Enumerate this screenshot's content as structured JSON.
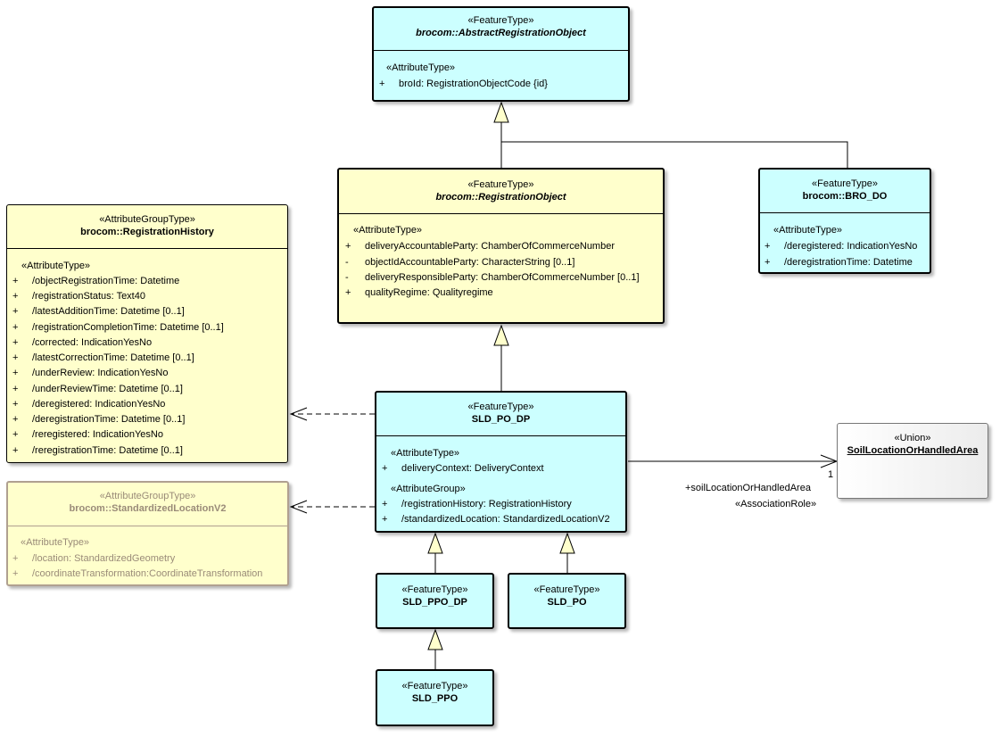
{
  "boxes": {
    "abstract_reg": {
      "stereotype": "«FeatureType»",
      "name": "brocom::AbstractRegistrationObject",
      "sections": [
        {
          "stereotype": "«AttributeType»",
          "rows": [
            {
              "vis": "+",
              "text": "broId: RegistrationObjectCode {id}"
            }
          ]
        }
      ]
    },
    "reg_object": {
      "stereotype": "«FeatureType»",
      "name": "brocom::RegistrationObject",
      "sections": [
        {
          "stereotype": "«AttributeType»",
          "rows": [
            {
              "vis": "+",
              "text": "deliveryAccountableParty: ChamberOfCommerceNumber"
            },
            {
              "vis": "-",
              "text": "objectIdAccountableParty: CharacterString [0..1]"
            },
            {
              "vis": "-",
              "text": "deliveryResponsibleParty: ChamberOfCommerceNumber [0..1]"
            },
            {
              "vis": "+",
              "text": "qualityRegime: Qualityregime"
            }
          ]
        }
      ]
    },
    "bro_do": {
      "stereotype": "«FeatureType»",
      "name": "brocom::BRO_DO",
      "sections": [
        {
          "stereotype": "«AttributeType»",
          "rows": [
            {
              "vis": "+",
              "text": "/deregistered: IndicationYesNo"
            },
            {
              "vis": "+",
              "text": "/deregistrationTime: Datetime"
            }
          ]
        }
      ]
    },
    "reg_history": {
      "stereotype": "«AttributeGroupType»",
      "name": "brocom::RegistrationHistory",
      "sections": [
        {
          "stereotype": "«AttributeType»",
          "rows": [
            {
              "vis": "+",
              "text": "/objectRegistrationTime: Datetime"
            },
            {
              "vis": "+",
              "text": "/registrationStatus: Text40"
            },
            {
              "vis": "+",
              "text": "/latestAdditionTime: Datetime [0..1]"
            },
            {
              "vis": "+",
              "text": "/registrationCompletionTime: Datetime [0..1]"
            },
            {
              "vis": "+",
              "text": "/corrected: IndicationYesNo"
            },
            {
              "vis": "+",
              "text": "/latestCorrectionTime: Datetime [0..1]"
            },
            {
              "vis": "+",
              "text": "/underReview: IndicationYesNo"
            },
            {
              "vis": "+",
              "text": "/underReviewTime: Datetime [0..1]"
            },
            {
              "vis": "+",
              "text": "/deregistered: IndicationYesNo"
            },
            {
              "vis": "+",
              "text": "/deregistrationTime: Datetime [0..1]"
            },
            {
              "vis": "+",
              "text": "/reregistered: IndicationYesNo"
            },
            {
              "vis": "+",
              "text": "/reregistrationTime: Datetime [0..1]"
            }
          ]
        }
      ]
    },
    "std_location": {
      "stereotype": "«AttributeGroupType»",
      "name": "brocom::StandardizedLocationV2",
      "sections": [
        {
          "stereotype": "«AttributeType»",
          "rows": [
            {
              "vis": "+",
              "text": "/location: StandardizedGeometry"
            },
            {
              "vis": "+",
              "text": "/coordinateTransformation:CoordinateTransformation"
            }
          ]
        }
      ]
    },
    "sld_po_dp": {
      "stereotype": "«FeatureType»",
      "name": "SLD_PO_DP",
      "sections": [
        {
          "stereotype": "«AttributeType»",
          "rows": [
            {
              "vis": "+",
              "text": "deliveryContext: DeliveryContext"
            }
          ]
        },
        {
          "stereotype": "«AttributeGroup»",
          "rows": [
            {
              "vis": "+",
              "text": "/registrationHistory: RegistrationHistory"
            },
            {
              "vis": "+",
              "text": "/standardizedLocation: StandardizedLocationV2"
            }
          ]
        }
      ]
    },
    "union": {
      "stereotype": "«Union»",
      "name": "SoilLocationOrHandledArea"
    },
    "sld_ppo_dp": {
      "stereotype": "«FeatureType»",
      "name": "SLD_PPO_DP"
    },
    "sld_po": {
      "stereotype": "«FeatureType»",
      "name": "SLD_PO"
    },
    "sld_ppo": {
      "stereotype": "«FeatureType»",
      "name": "SLD_PPO"
    }
  },
  "association": {
    "role": "+soilLocationOrHandledArea",
    "stereotype": "«AssociationRole»",
    "multiplicity": "1"
  },
  "colors": {
    "feature_fill": "#ccffff",
    "group_fill": "#ffffcc",
    "border": "#000000"
  }
}
